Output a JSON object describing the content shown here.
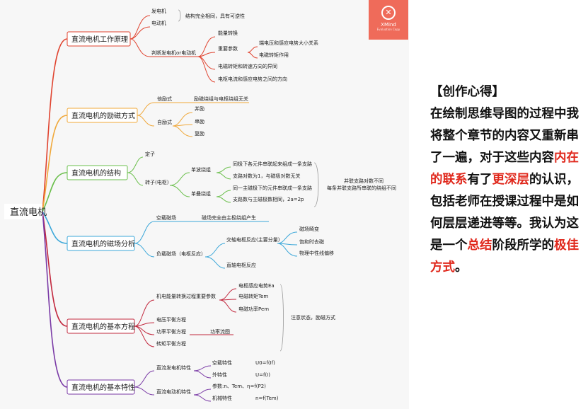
{
  "root": "直流电机",
  "branches": [
    {
      "id": "b1",
      "color": "#e0432f",
      "label": "直流电机工作原理",
      "nodes": [
        "发电机",
        "电动机",
        "结构完全相同，具有可逆性",
        "判断发电机or电动机",
        "能量转换",
        "重要参数",
        "端电压和感应电势大小关系",
        "电磁转矩作用",
        "电磁转矩和转速方向的异同",
        "电枢电流和感应电势之间的方向"
      ]
    },
    {
      "id": "b2",
      "color": "#f0a83a",
      "label": "直流电机的励磁方式",
      "nodes": [
        "他励式",
        "励磁绕组与电枢绕组无关",
        "自励式",
        "并励",
        "串励",
        "复励"
      ]
    },
    {
      "id": "b3",
      "color": "#6abf4b",
      "label": "直流电机的结构",
      "nodes": [
        "定子",
        "转子(电枢)",
        "单波绕组",
        "同极下各元件串联起来组成一条支路",
        "支路对数为1，与磁极对数无关",
        "单叠绕组",
        "同一主磁极下的元件串联成一条支路",
        "支路数与主磁极数相同，2a=2p",
        "并联支路对数不同",
        "每条并联支路所串联的绕组不同"
      ]
    },
    {
      "id": "b4",
      "color": "#3ba7d9",
      "label": "直流电机的磁场分析",
      "nodes": [
        "空载磁场",
        "磁场完全由主极绕组产生",
        "负载磁场（电枢反应）",
        "交轴电枢反应(主要分量)",
        "磁场畸变",
        "饱和时去磁",
        "物理中性线偏移",
        "直轴电枢反应"
      ]
    },
    {
      "id": "b5",
      "color": "#c2283e",
      "label": "直流电机的基本方程",
      "nodes": [
        "机电能量转换过程重要参数",
        "电枢感应电势Ea",
        "电磁转矩Tem",
        "电磁功率Pem",
        "电压平衡方程",
        "功率平衡方程",
        "功率流图",
        "转矩平衡方程",
        "注意状态，励磁方式"
      ]
    },
    {
      "id": "b6",
      "color": "#7a3aa6",
      "label": "直流电机的基本特性",
      "nodes": [
        "直流发电机特性",
        "空载特性",
        "U0=f(If)",
        "外特性",
        "U=f(I)",
        "直流电动机特性",
        "参数:n、Tem、η=f(P2)",
        "机械特性",
        "n=f(Tem)"
      ]
    }
  ],
  "badge": {
    "name": "XMind",
    "sub": "Evaluation Copy"
  },
  "note": {
    "heading": "【创作心得】",
    "s1": "在绘制思维导图的过程中我将整个章节的内容又重新串了一遍，对于这些内容",
    "h1": "内在的联系",
    "s2": "有了",
    "h2": "更深层",
    "s3": "的认识，包括老师在授课过程中是如何层层递进等等。我认为这是一个",
    "h3": "总结",
    "s4": "阶段所学的",
    "h4": "极佳方式",
    "s5": "。"
  }
}
